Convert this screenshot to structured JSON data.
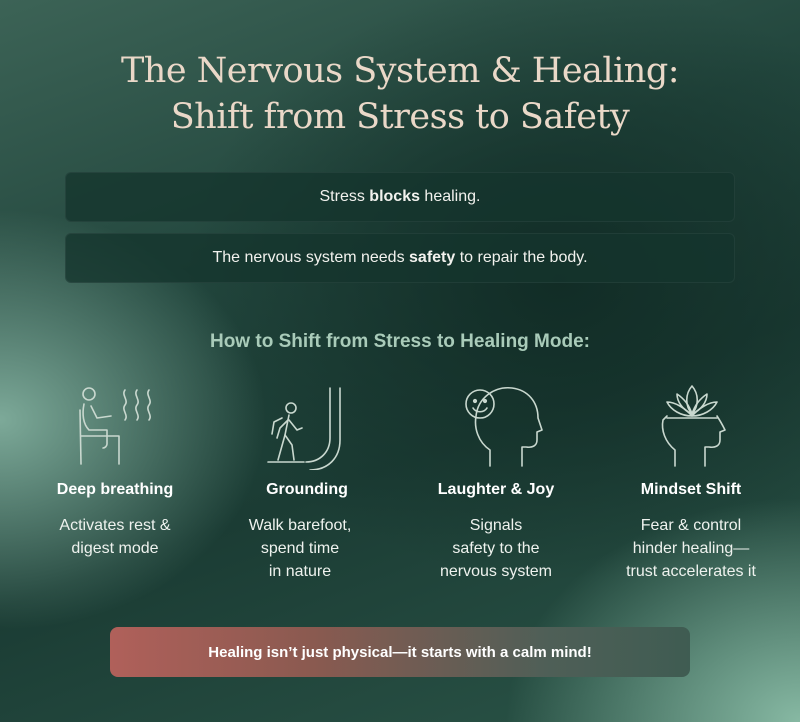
{
  "title": {
    "line1": "The Nervous System & Healing:",
    "line2": "Shift from Stress to Safety"
  },
  "statements": [
    {
      "before": "Stress ",
      "bold": "blocks",
      "after": " healing."
    },
    {
      "before": "The nervous system needs ",
      "bold": "safety",
      "after": " to repair the body."
    }
  ],
  "subheading": "How to Shift from Stress to Healing Mode:",
  "methods": [
    {
      "icon": "breathing-person-icon",
      "title": "Deep breathing",
      "lines": [
        "Activates rest &",
        "digest mode"
      ]
    },
    {
      "icon": "walking-person-icon",
      "title": "Grounding",
      "lines": [
        "Walk barefoot,",
        "spend time",
        "in nature"
      ]
    },
    {
      "icon": "smiling-head-icon",
      "title": "Laughter & Joy",
      "lines": [
        "Signals",
        "safety to the",
        "nervous system"
      ]
    },
    {
      "icon": "lotus-head-icon",
      "title": "Mindset Shift",
      "lines": [
        "Fear & control",
        "hinder healing—",
        "trust accelerates it"
      ]
    }
  ],
  "banner": "Healing isn’t just physical—it starts with a calm mind!",
  "colors": {
    "title": "#ead8c8",
    "subheading": "#a9cbb9",
    "icon_stroke": "#c9d8cf",
    "banner_start": "#b0605a",
    "banner_end": "#3f5c52"
  }
}
